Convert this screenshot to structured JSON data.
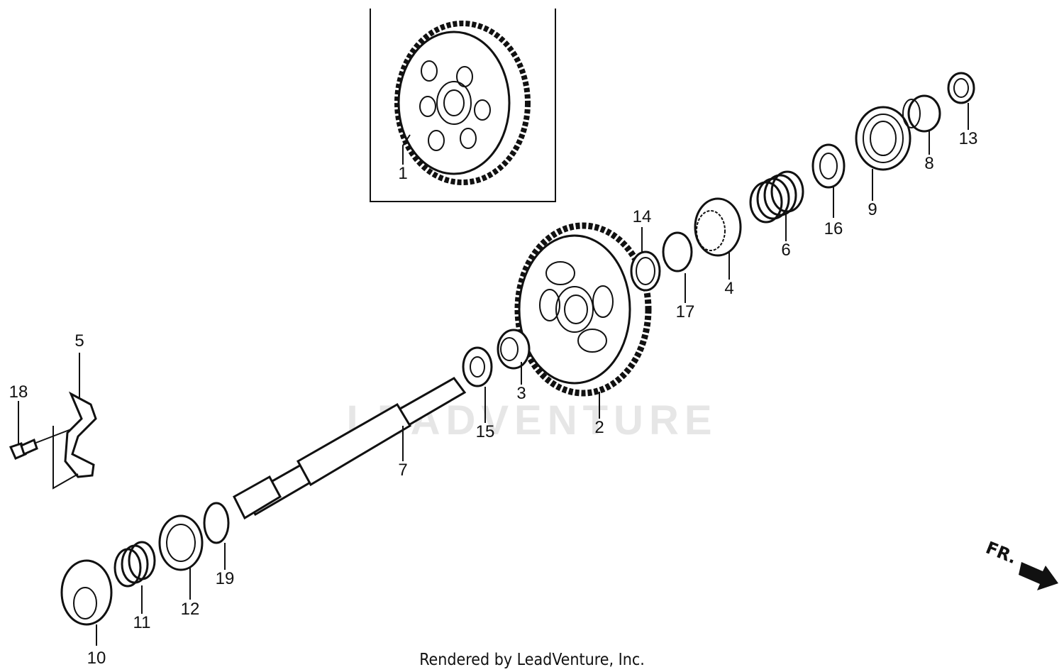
{
  "watermark": "LEADVENTURE",
  "footer": "Rendered by LeadVenture, Inc.",
  "direction_label": "FR.",
  "callouts": [
    "1",
    "2",
    "3",
    "4",
    "5",
    "6",
    "7",
    "8",
    "9",
    "10",
    "11",
    "12",
    "13",
    "14",
    "15",
    "16",
    "17",
    "18",
    "19"
  ]
}
